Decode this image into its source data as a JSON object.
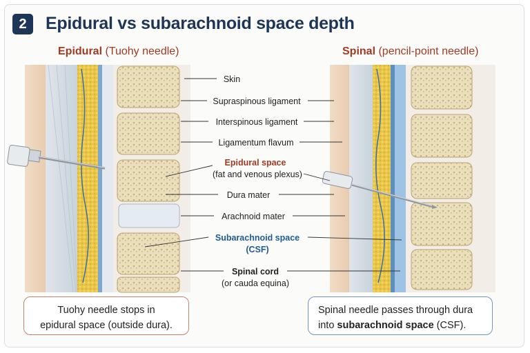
{
  "header": {
    "step_number": "2",
    "title": "Epidural vs subarachnoid space depth"
  },
  "panels": {
    "left": {
      "name": "Epidural",
      "detail": "(Tuohy needle)"
    },
    "right": {
      "name": "Spinal",
      "detail": "(pencil-point needle)"
    }
  },
  "labels": {
    "skin": "Skin",
    "supraspinous": "Supraspinous ligament",
    "interspinous": "Interspinous ligament",
    "flavum": "Ligamentum flavum",
    "epidural_title": "Epidural space",
    "epidural_detail": "(fat and venous plexus)",
    "dura": "Dura mater",
    "arachnoid": "Arachnoid mater",
    "subarachnoid_title": "Subarachnoid space",
    "subarachnoid_detail": "(CSF)",
    "cord_title": "Spinal cord",
    "cord_detail": "(or cauda equina)"
  },
  "notes": {
    "left_line1": "Tuohy needle stops in",
    "left_line2": "epidural space (outside dura).",
    "right_line1": "Spinal needle passes through dura",
    "right_line2_prefix": "into ",
    "right_line2_strong": "subarachnoid space",
    "right_line2_suffix": " (CSF)."
  },
  "colors": {
    "title_navy": "#1d3557",
    "epidural_red": "#a23a22",
    "csf_blue": "#1f5a99",
    "fat_yellow": "#e8c547",
    "bone_tan": "#e9dcb8"
  }
}
